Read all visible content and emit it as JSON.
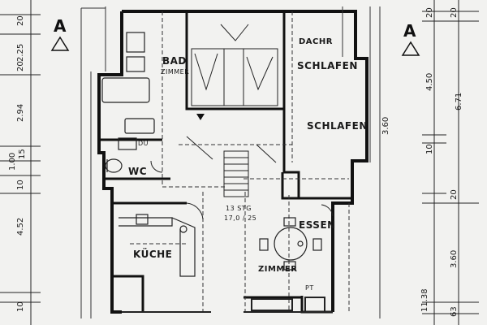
{
  "rooms": {
    "bad": "BAD",
    "zimmer_bad": "ZIMMER",
    "dachr": "DACHR",
    "schlafen_top": "SCHLAFEN",
    "schlafen": "SCHLAFEN",
    "wc": "WC",
    "dusche": "DU",
    "kueche": "KÜCHE",
    "essen": "ESSEN",
    "zimmer": "ZIMMER"
  },
  "stair": {
    "steps": "13 STG",
    "ratio": "17,0 / 25"
  },
  "section_marks": {
    "left": "A",
    "right": "A"
  },
  "marks": {
    "pt": "PT"
  },
  "dimensions_left": {
    "d1": "20",
    "d2": "2.25",
    "d3": "20",
    "d4": "2.94",
    "d5": "1.00",
    "d6": "15",
    "d7": "10",
    "d8": "4.52",
    "d9": "10"
  },
  "dimensions_right": {
    "d1": "20",
    "d2": "20",
    "d3": "4.50",
    "d4": "6.71",
    "d5": "3.60",
    "d6": "10",
    "d7": "20",
    "d8": "3.60",
    "d9": "11.38",
    "d10": "63"
  }
}
